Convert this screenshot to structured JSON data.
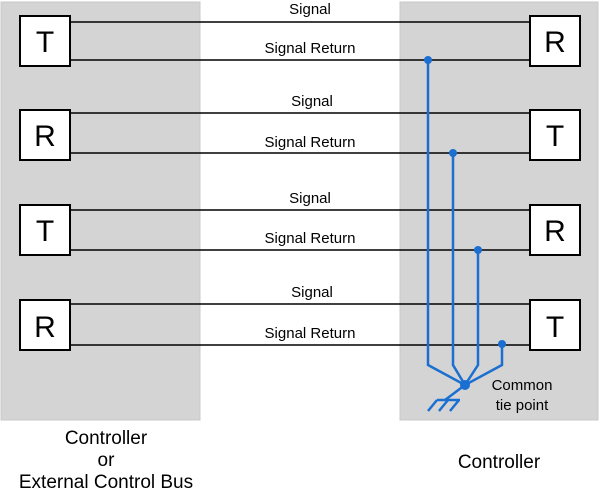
{
  "colors": {
    "panel": "#d4d4d4",
    "panel_border": "#c8c8c8",
    "wire": "#000000",
    "ground_tie": "#1a6fd1",
    "box_fill": "#ffffff"
  },
  "channels": [
    {
      "left_box": "T",
      "right_box": "R",
      "signal_label": "Signal",
      "return_label": "Signal Return"
    },
    {
      "left_box": "R",
      "right_box": "T",
      "signal_label": "Signal",
      "return_label": "Signal Return"
    },
    {
      "left_box": "T",
      "right_box": "R",
      "signal_label": "Signal",
      "return_label": "Signal Return"
    },
    {
      "left_box": "R",
      "right_box": "T",
      "signal_label": "Signal",
      "return_label": "Signal Return"
    }
  ],
  "common_tie": {
    "line1": "Common",
    "line2": "tie point",
    "ground_symbol": "ground-icon"
  },
  "left_caption": {
    "line1": "Controller",
    "line2": "or",
    "line3": "External Control Bus"
  },
  "right_caption": {
    "line1": "Controller"
  }
}
